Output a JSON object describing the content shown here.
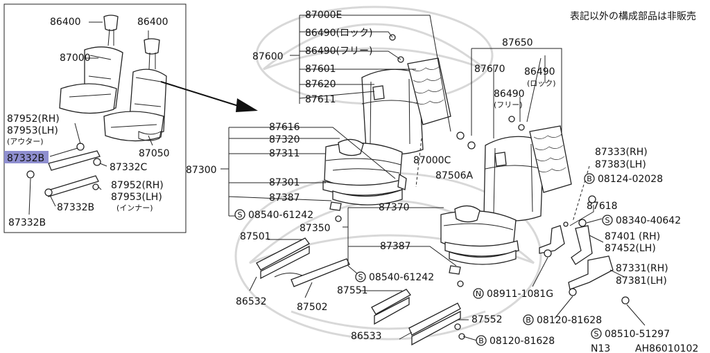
{
  "note": "表記以外の構成部品は非販売",
  "footer": {
    "code1": "N13",
    "code2": "AH86010102"
  },
  "inset": {
    "headrest_l": "86400",
    "headrest_r": "86400",
    "seat": "87000",
    "seat_lower": "87050",
    "cover_rh": "87952(RH)",
    "cover_lh": "87953(LH)",
    "outer": "(アウター)",
    "screw_hl": "87332B",
    "screw_c": "87332C",
    "cover_rh2": "87952(RH)",
    "cover_lh2": "87953(LH)",
    "inner": "(インナー)",
    "screw_b2": "87332B",
    "screw_b3": "87332B"
  },
  "back": {
    "e": "87000E",
    "lock": "86490(ロック)",
    "free": "86490(フリー)",
    "assy": "87600",
    "frame": "87601",
    "pad": "87620",
    "trim": "87611",
    "c": "87000C",
    "a": "87506A"
  },
  "cushion": {
    "c1": "87616",
    "c2": "87320",
    "c3": "87311",
    "assy": "87300",
    "c4": "87301",
    "c5": "87387",
    "bolt": "08540-61242"
  },
  "back2": {
    "assy": "87650",
    "c1": "87670",
    "c2": "86490",
    "lock": "(ロック)",
    "c3": "86490",
    "free": "(フリー)"
  },
  "right": {
    "r1": "87333(RH)",
    "r2": "87383(LH)",
    "b1": "08124-02028",
    "r3": "87618",
    "s1": "08340-40642",
    "r4": "87401 (RH)",
    "r5": "87452(LH)",
    "n1": "08911-1081G",
    "r6": "87331(RH)",
    "r7": "87381(LH)",
    "b2": "08120-81628",
    "s2": "08510-51297"
  },
  "cushion2": {
    "c1": "87370",
    "assy": "87350",
    "c2": "87387",
    "bolt": "08540-61242"
  },
  "rails": {
    "r1": "87501",
    "r2": "86532",
    "r3": "87502",
    "r4": "87551",
    "r5": "86533",
    "r6": "87552",
    "bolt": "08120-81628"
  }
}
